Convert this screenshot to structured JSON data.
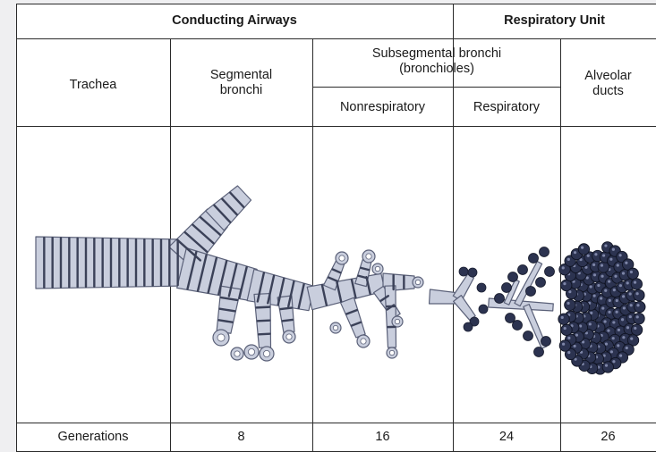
{
  "header": {
    "conducting_airways": "Conducting Airways",
    "respiratory_unit": "Respiratory Unit"
  },
  "columns": {
    "trachea": "Trachea",
    "segmental_bronchi_1": "Segmental",
    "segmental_bronchi_2": "bronchi",
    "subsegmental_1": "Subsegmental bronchi",
    "subsegmental_2": "(bronchioles)",
    "nonrespiratory": "Nonrespiratory",
    "respiratory": "Respiratory",
    "alveolar_1": "Alveolar",
    "alveolar_2": "ducts"
  },
  "generations": {
    "label": "Generations",
    "values": [
      "8",
      "16",
      "24",
      "26"
    ]
  },
  "colors": {
    "line": "#2a2a2a",
    "airway_fill": "#c9cedd",
    "airway_stroke": "#5a6078",
    "ring": "#3b4158",
    "alveolus": "#2c3350"
  }
}
